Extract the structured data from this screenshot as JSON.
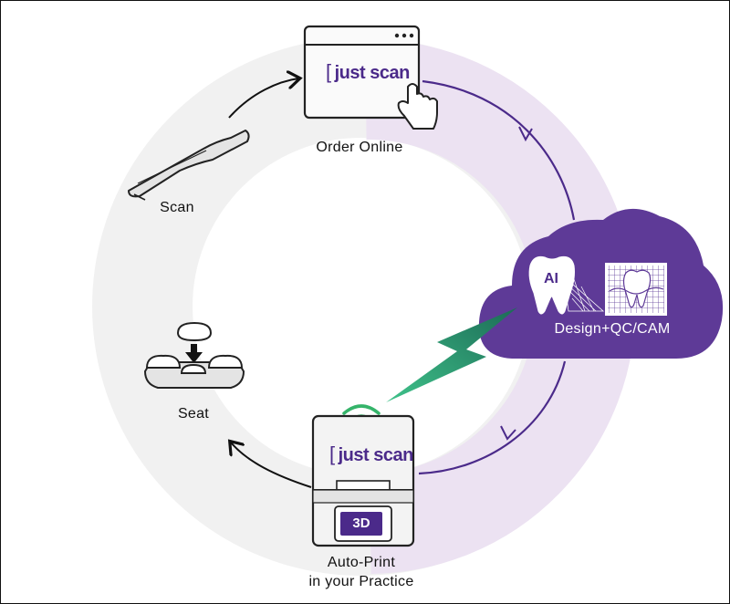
{
  "steps": {
    "scan": "Scan",
    "order": "Order Online",
    "design": "Design+QC/CAM",
    "print_line1": "Auto-Print",
    "print_line2": "in your Practice",
    "seat": "Seat"
  },
  "brand": {
    "name": "just scan",
    "bracket": "[",
    "ai_badge": "AI",
    "printer_chip": "3D"
  },
  "icons": [
    "intraoral-scanner-icon",
    "browser-window-icon",
    "pointer-hand-icon",
    "cloud-icon",
    "tooth-icon",
    "tooth-scan-grid-icon",
    "lightning-bolt-icon",
    "wifi-icon",
    "3d-printer-icon",
    "crown-seat-icon"
  ],
  "colors": {
    "brand_purple": "#4b2a8a",
    "cloud_purple": "#5e3a97",
    "light_purple_arc": "#ece2f2",
    "light_gray_ring": "#f1f1f1",
    "bolt_green": "#2fa77b",
    "wifi_green": "#35b46a"
  }
}
